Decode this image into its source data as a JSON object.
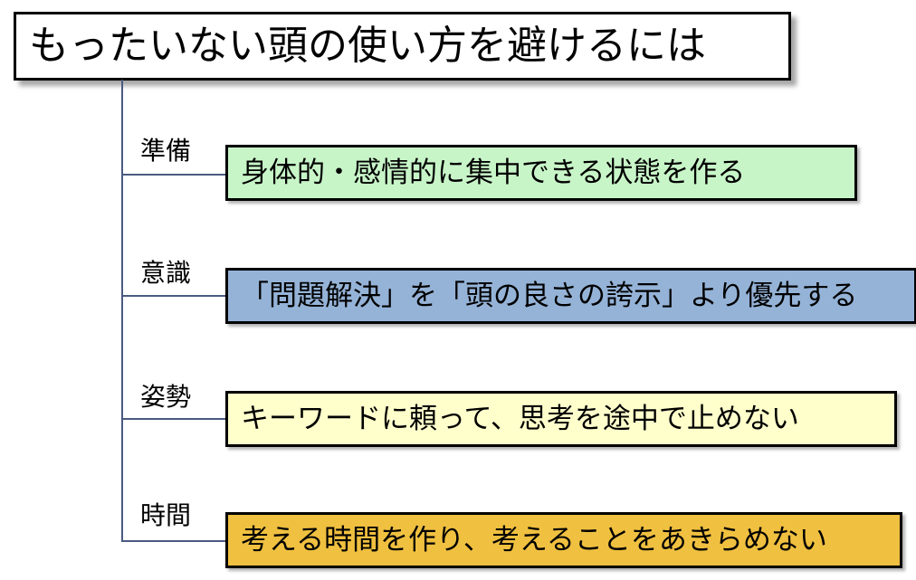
{
  "title": "もったいない頭の使い方を避けるには",
  "branches": [
    {
      "label": "準備",
      "text": "身体的・感情的に集中できる状態を作る",
      "color": "#c8f5c8"
    },
    {
      "label": "意識",
      "text": "「問題解決」を「頭の良さの誇示」より優先する",
      "color": "#95b3d7"
    },
    {
      "label": "姿勢",
      "text": "キーワードに頼って、思考を途中で止めない",
      "color": "#ffffcc"
    },
    {
      "label": "時間",
      "text": "考える時間を作り、考えることをあきらめない",
      "color": "#f0c040"
    }
  ]
}
